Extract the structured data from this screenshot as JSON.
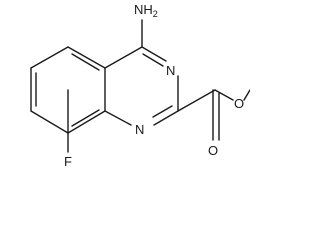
{
  "molecule": {
    "atoms": {
      "amino": "NH",
      "amino_subscript": "2",
      "ring_n_top": "N",
      "ring_n_bottom": "N",
      "fluoro": "F",
      "carbonyl_o": "O",
      "ester_o": "O"
    },
    "colors": {
      "bond": "#1a1a1a",
      "background": "#ffffff"
    }
  }
}
